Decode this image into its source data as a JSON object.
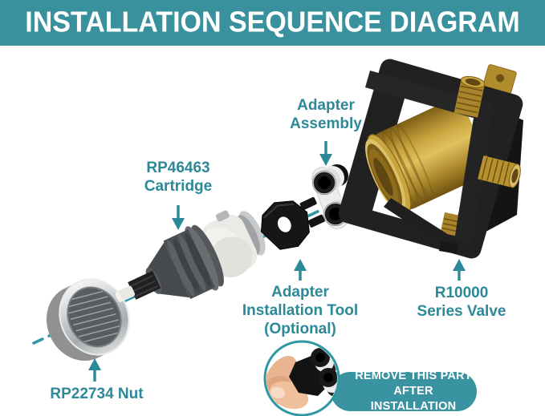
{
  "header": {
    "title": "INSTALLATION SEQUENCE DIAGRAM"
  },
  "parts": {
    "cartridge": {
      "label": "RP46463\nCartridge"
    },
    "adapter_assembly": {
      "label": "Adapter\nAssembly"
    },
    "valve": {
      "label": "R10000\nSeries Valve"
    },
    "tool": {
      "label": "Adapter\nInstallation Tool\n(Optional)"
    },
    "nut": {
      "label": "RP22734 Nut"
    }
  },
  "callout": {
    "text": "REMOVE THIS PART\nAFTER INSTALLATION"
  },
  "colors": {
    "header_bg": "#38919D",
    "label_text": "#2C8998",
    "dashed_line": "#2E98A6",
    "callout_bg": "#3A93A0",
    "brass": "#C9A53F",
    "frame_black": "#212121",
    "chrome": "#C7C9CB"
  }
}
